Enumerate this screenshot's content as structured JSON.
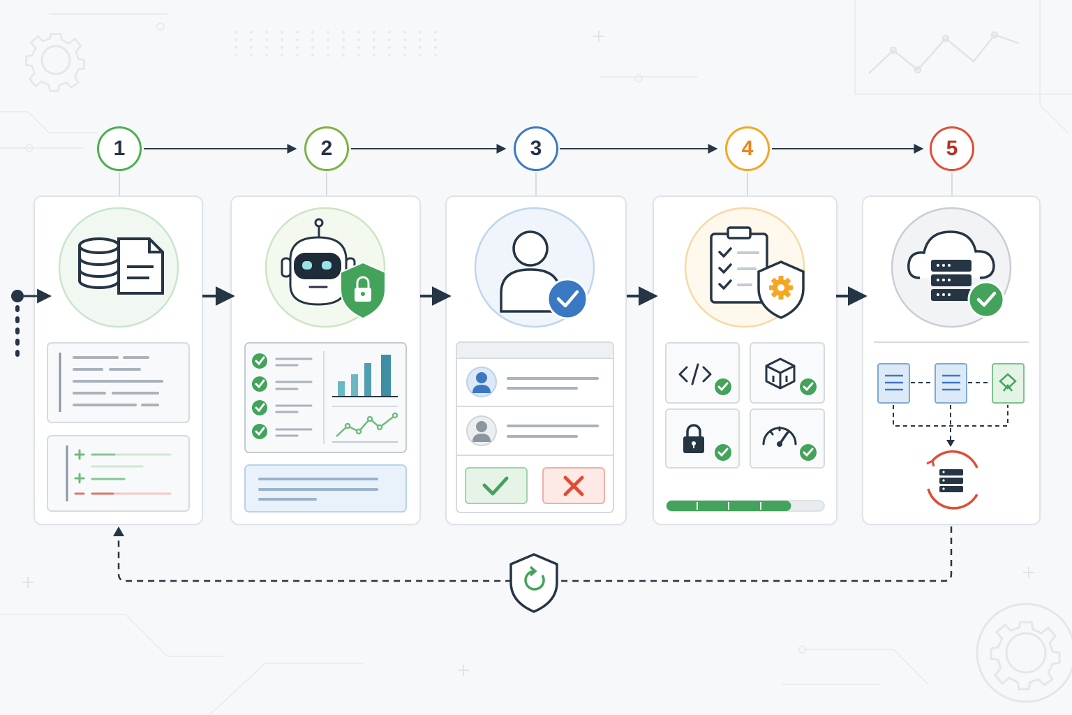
{
  "steps": [
    {
      "number": "1",
      "color": "#4caf50"
    },
    {
      "number": "2",
      "color": "#7cb342"
    },
    {
      "number": "3",
      "color": "#3b78c4"
    },
    {
      "number": "4",
      "color": "#f5a623"
    },
    {
      "number": "5",
      "color": "#e24c33"
    }
  ],
  "colors": {
    "ink": "#263544",
    "green": "#43a35a",
    "blue": "#3b78c4",
    "orange": "#f5a623",
    "red": "#e24c33",
    "border": "#dfe4ea"
  },
  "icons": [
    "database-icon",
    "document-icon",
    "robot-icon",
    "lock-shield-icon",
    "user-check-icon",
    "checklist-icon",
    "gear-shield-icon",
    "cloud-server-icon",
    "code-icon",
    "package-icon",
    "lock-icon",
    "gauge-icon",
    "server-sync-icon",
    "shield-refresh-icon"
  ],
  "progress": {
    "fraction": 0.79
  }
}
